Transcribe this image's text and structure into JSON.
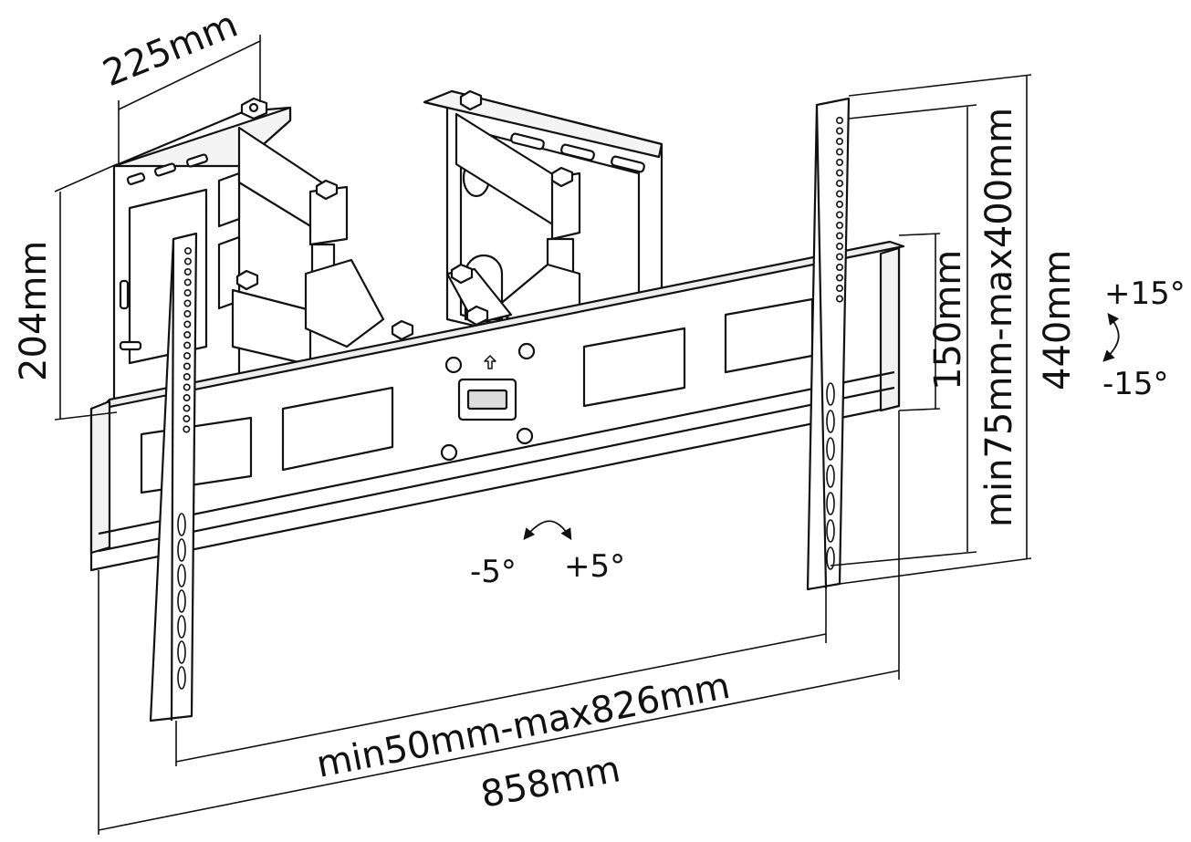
{
  "dimensions": {
    "depth": "225mm",
    "plate_height": "204mm",
    "rail_spacing": "150mm",
    "vesa_vertical": "min75mm-max400mm",
    "overall_height": "440mm",
    "vesa_horizontal": "min50mm-max826mm",
    "overall_width": "858mm"
  },
  "angles": {
    "swivel_plus": "+15°",
    "swivel_minus": "-15°",
    "tilt_minus": "-5°",
    "tilt_plus": "+5°"
  },
  "colors": {
    "ink": "#111111",
    "fill": "#ffffff",
    "shade": "#f2f2f2"
  }
}
